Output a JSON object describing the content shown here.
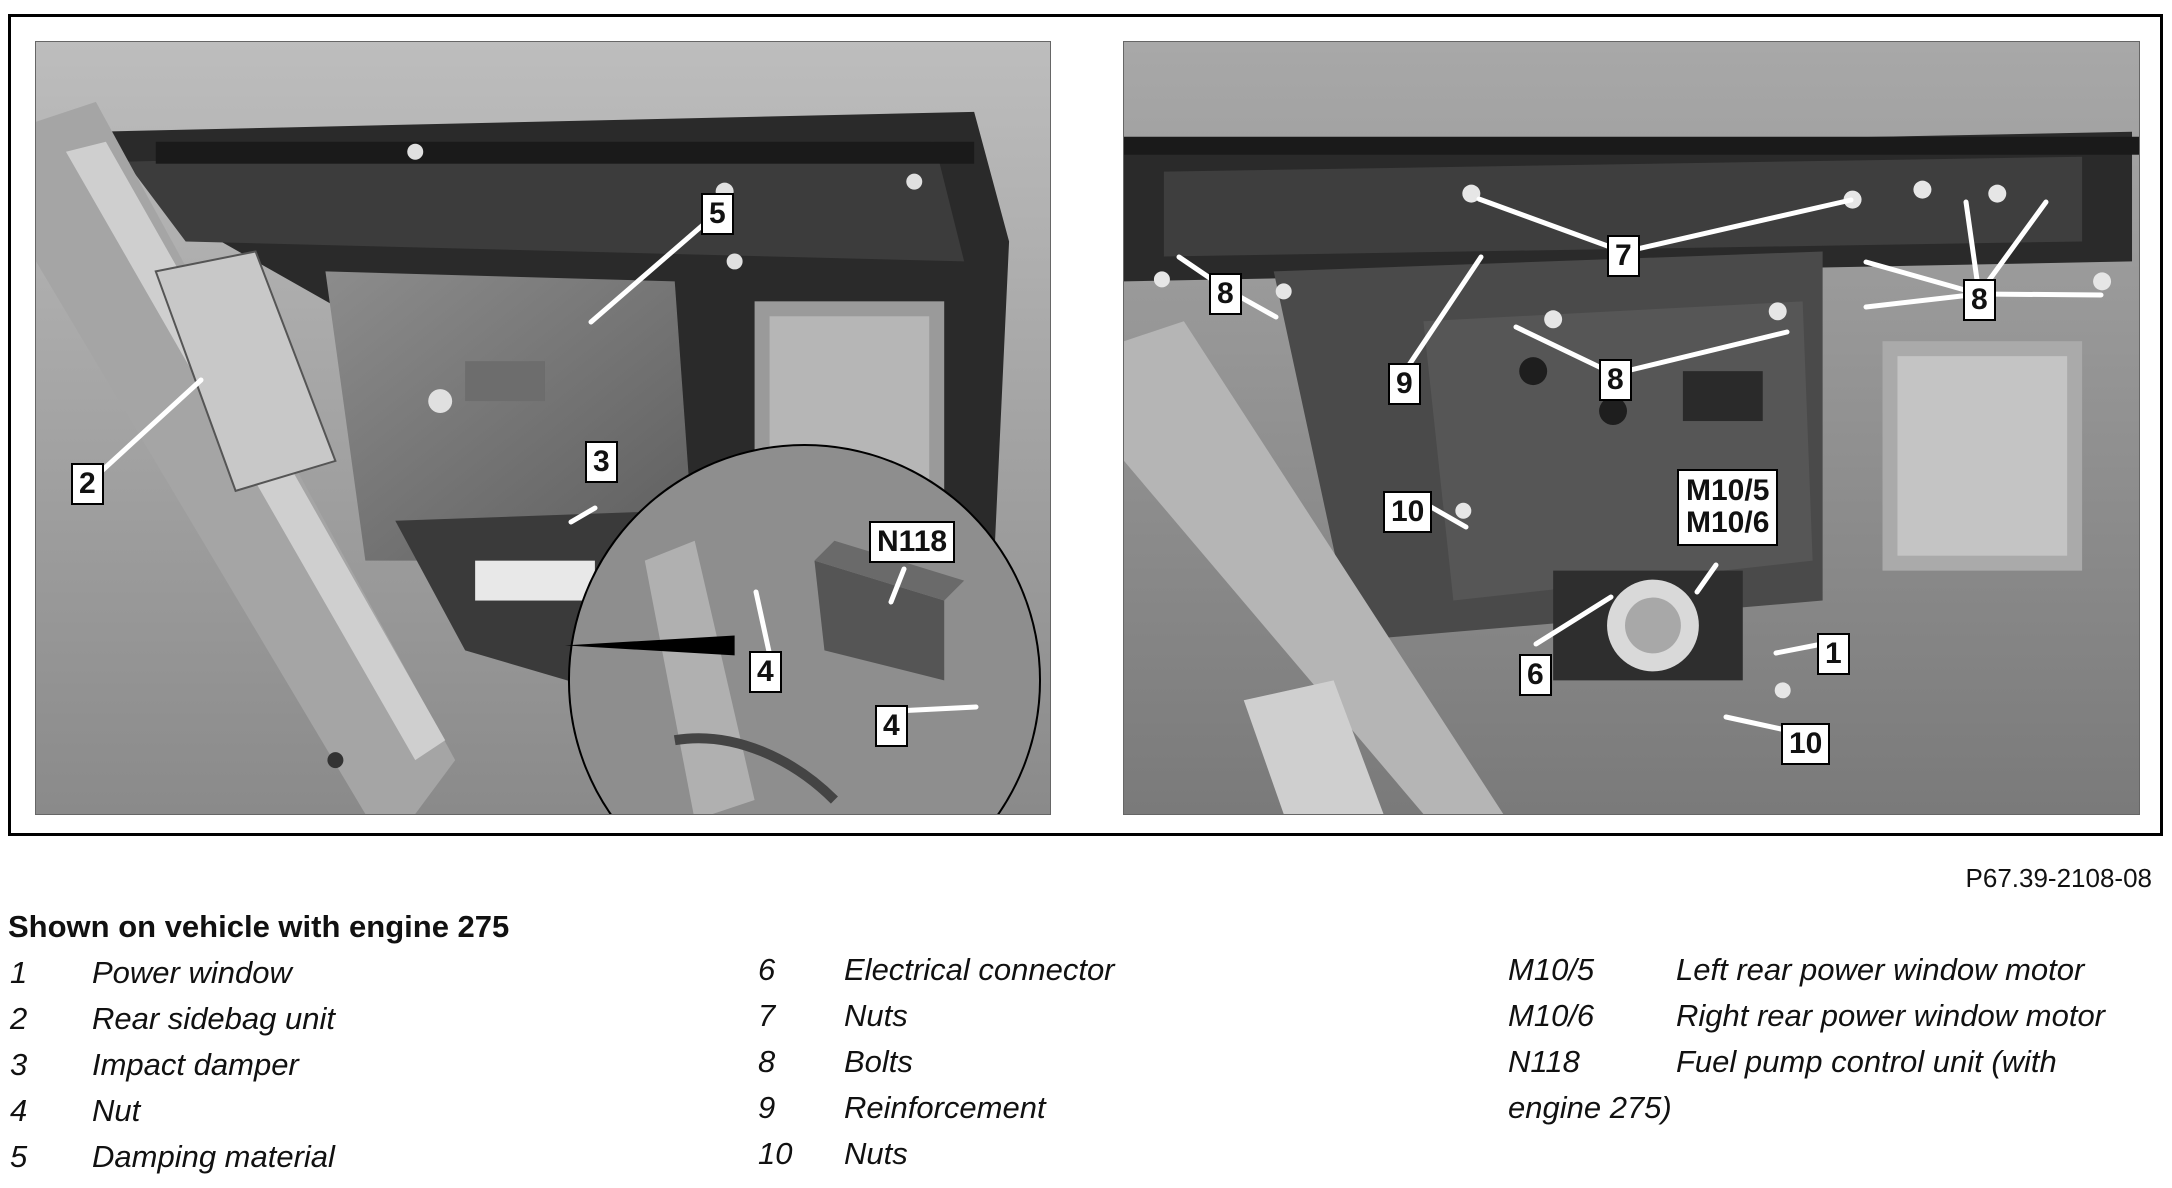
{
  "figure_id": "P67.39-2108-08",
  "heading": "Shown on vehicle with engine 275",
  "callouts_left": {
    "c2": "2",
    "c3": "3",
    "c4a": "4",
    "c4b": "4",
    "c5": "5",
    "n118": "N118"
  },
  "callouts_right": {
    "c1": "1",
    "c6": "6",
    "c7": "7",
    "c8a": "8",
    "c8b": "8",
    "c8c": "8",
    "c9": "9",
    "c10a": "10",
    "c10b": "10",
    "m10_5": "M10/5",
    "m10_6": "M10/6"
  },
  "legend_col1": [
    {
      "key": "1",
      "label": "Power window"
    },
    {
      "key": "2",
      "label": "Rear sidebag unit"
    },
    {
      "key": "3",
      "label": "Impact damper"
    },
    {
      "key": "4",
      "label": "Nut"
    },
    {
      "key": "5",
      "label": "Damping material"
    }
  ],
  "legend_col2": [
    {
      "key": "6",
      "label": "Electrical connector"
    },
    {
      "key": "7",
      "label": "Nuts"
    },
    {
      "key": "8",
      "label": "Bolts"
    },
    {
      "key": "9",
      "label": "Reinforcement"
    },
    {
      "key": "10",
      "label": "Nuts"
    }
  ],
  "legend_col3": [
    {
      "key": "M10/5",
      "label": "Left rear power window motor"
    },
    {
      "key": "M10/6",
      "label": "Right rear power window motor"
    },
    {
      "key": "N118",
      "label": "Fuel pump control unit (with"
    }
  ],
  "legend_col3_continuation": "engine 275)"
}
